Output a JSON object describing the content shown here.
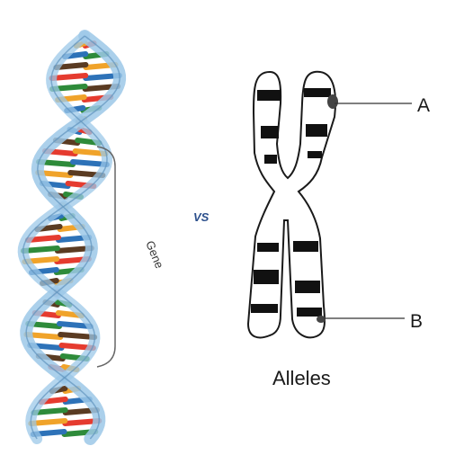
{
  "labels": {
    "gene": "Gene",
    "vs": "VS",
    "allele_a": "A",
    "allele_b": "B",
    "alleles": "Alleles"
  },
  "colors": {
    "helix_backbone": "#9cc8e8",
    "helix_edge": "#5f93bd",
    "base_colors": [
      "#e53b2f",
      "#2e8b3a",
      "#f0a32a",
      "#2d72b8",
      "#5a3b22"
    ],
    "vs_text": "#2b4f8c",
    "chromosome_outline": "#1a1a1a",
    "label_line": "#333333"
  },
  "icons": {
    "dna": "dna-double-helix",
    "chromosome": "x-chromosome"
  }
}
